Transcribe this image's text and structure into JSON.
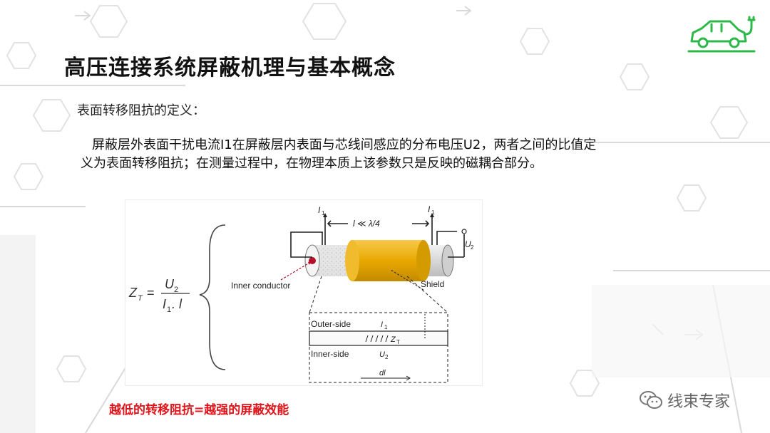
{
  "slide": {
    "title": "高压连接系统屏蔽机理与基本概念",
    "subtitle": "表面转移阻抗的定义：",
    "paragraph": "屏蔽层外表面干扰电流I1在屏蔽层内表面与芯线间感应的分布电压U2，两者之间的比值定义为表面转移阻抗；在测量过程中，在物理本质上该参数只是反映的磁耦合部分。",
    "caption": "越低的转移阻抗=越强的屏蔽效能"
  },
  "figure": {
    "formula_lhs": "Z",
    "formula_lhs_sub": "T",
    "formula_eq": "=",
    "formula_num": "U",
    "formula_num_sub": "2",
    "formula_den": "I",
    "formula_den_sub": "1",
    "formula_den_tail": ". l",
    "length_label": "l ≪ λ/4",
    "current_left": "I",
    "current_right": "I",
    "current_sub": "1",
    "voltage_label": "U",
    "voltage_sub": "2",
    "inner_conductor_label": "Inner conductor",
    "shield_label": "Shield",
    "outer_side_label": "Outer-side",
    "inner_side_label": "Inner-side",
    "detail_current": "I",
    "detail_current_sub": "1",
    "detail_voltage": "U",
    "detail_voltage_sub": "2",
    "detail_impedance": "Z",
    "detail_impedance_sub": "T",
    "detail_length": "dl"
  },
  "watermark": {
    "text": "线束专家",
    "icon": "wechat-icon"
  },
  "logo": {
    "icon": "electric-car-logo-icon",
    "color": "#2db84a"
  }
}
